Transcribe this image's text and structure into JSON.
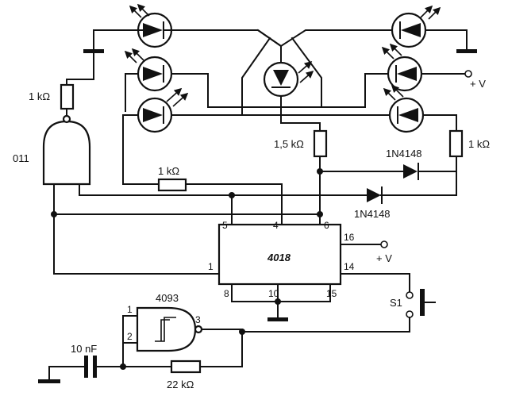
{
  "labels": {
    "r_nand_pullup": "1 kΩ",
    "r_mid": "1 kΩ",
    "r_center": "1,5 kΩ",
    "r_right": "1 kΩ",
    "r_osc": "22 kΩ",
    "cap": "10 nF",
    "diode_upper": "1N4148",
    "diode_lower": "1N4148",
    "gate_011": "011",
    "gate_4093": "4093",
    "ic_4018": "4018",
    "switch": "S1",
    "vplus_top": "+ V",
    "vplus_ic": "+ V"
  },
  "pins": {
    "p5": "5",
    "p4": "4",
    "p6": "6",
    "p16": "16",
    "p14": "14",
    "p1": "1",
    "p8": "8",
    "p10": "10",
    "p15": "15",
    "g1": "1",
    "g2": "2",
    "g3": "3"
  }
}
